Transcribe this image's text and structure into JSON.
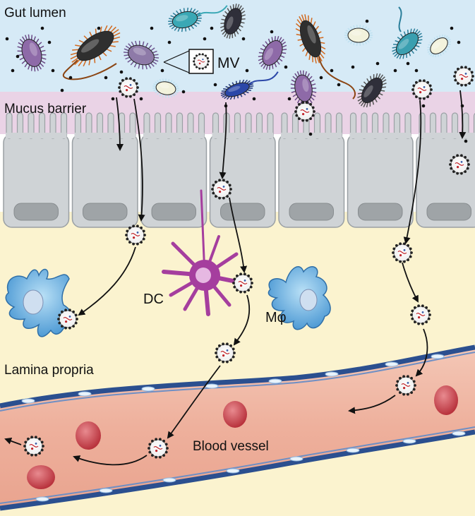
{
  "labels": {
    "gut_lumen": "Gut lumen",
    "mv": "MV",
    "mucus_barrier": "Mucus barrier",
    "dc": "DC",
    "macrophage": "Mφ",
    "lamina_propria": "Lamina propria",
    "blood_vessel": "Blood vessel"
  },
  "colors": {
    "lumen": "#d6eaf6",
    "mucus": "#ead3e6",
    "epithelium": "#cfd3d6",
    "nucleus": "#9fa4a7",
    "lamina": "#fbf3cf",
    "vessel": "#eeb4a0",
    "vessel_wall": "#2b4f8f",
    "red_cell": "#c8454e",
    "dc": "#a53e9e",
    "macrophage": "#6db4e0",
    "arrow": "#111111"
  }
}
